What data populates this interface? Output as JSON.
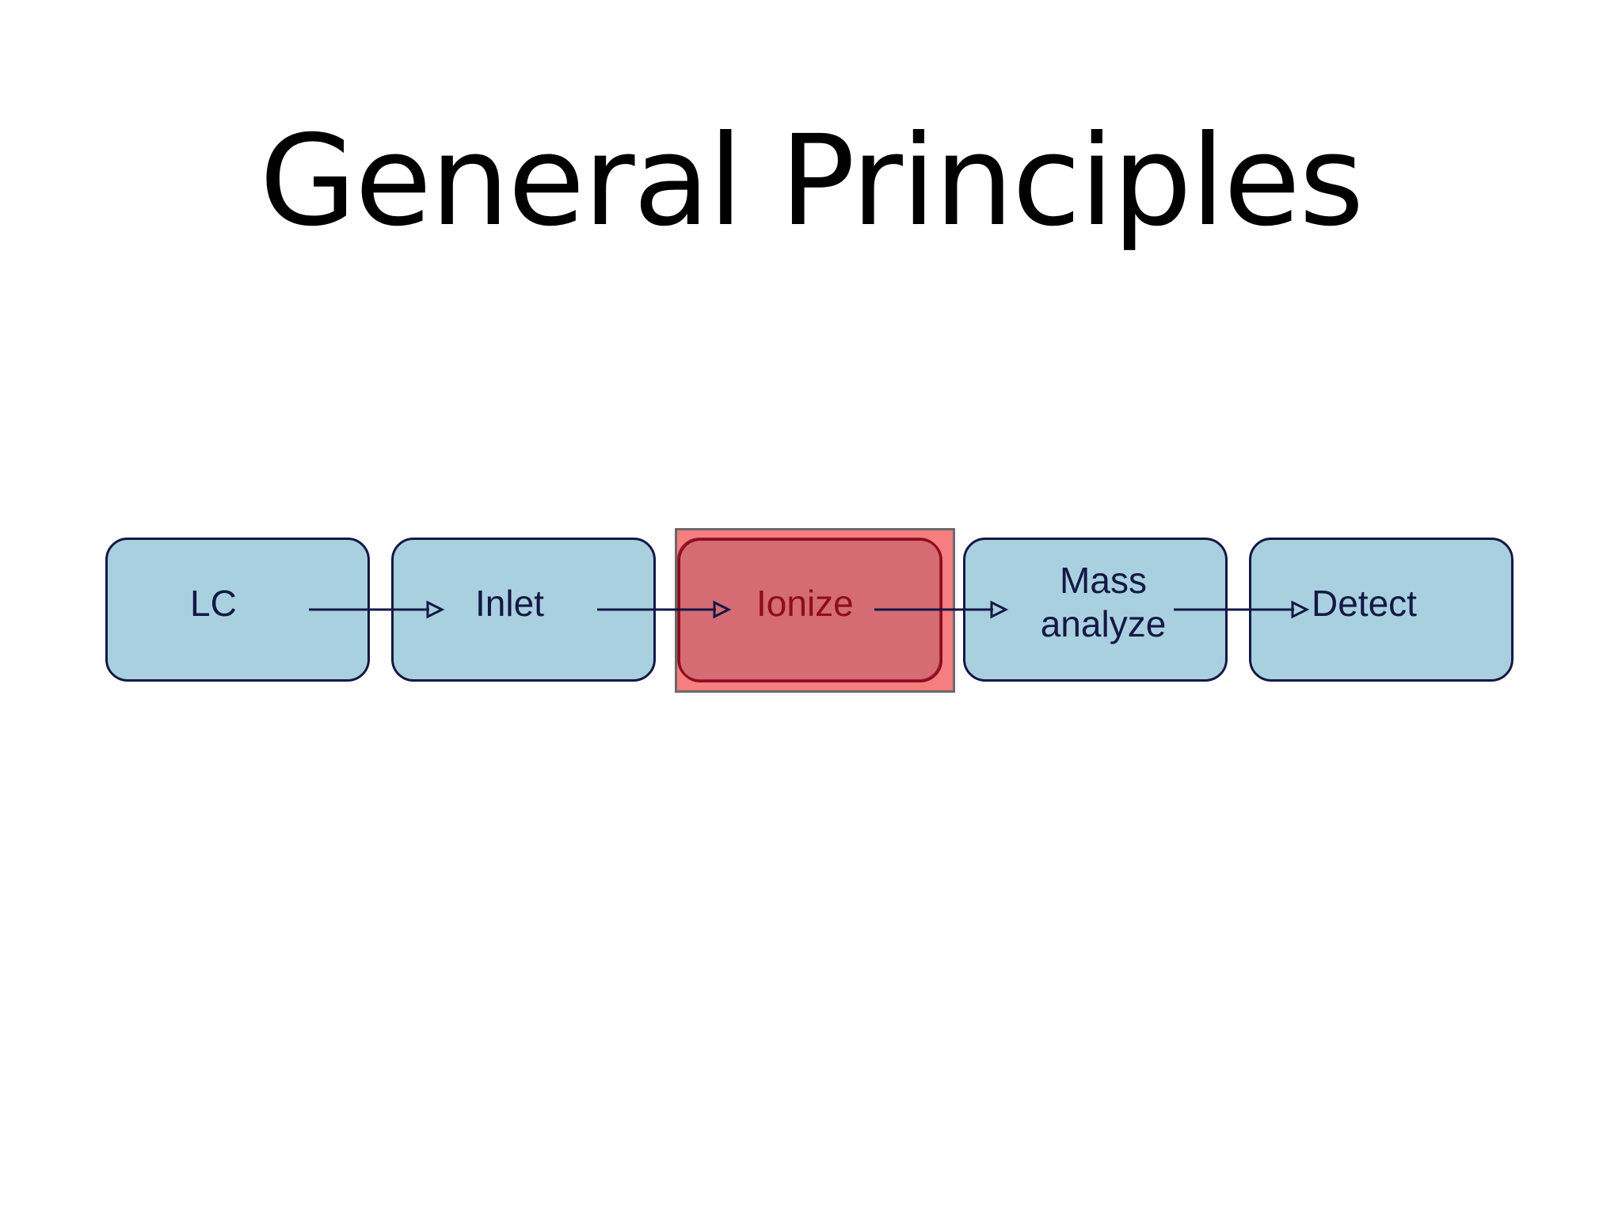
{
  "slide": {
    "title": "General Principles"
  },
  "flow": {
    "steps": [
      {
        "label_lines": [
          "LC"
        ],
        "highlighted": false
      },
      {
        "label_lines": [
          "Inlet"
        ],
        "highlighted": false
      },
      {
        "label_lines": [
          "Ionize"
        ],
        "highlighted": true
      },
      {
        "label_lines": [
          "Mass",
          "analyze"
        ],
        "highlighted": false
      },
      {
        "label_lines": [
          "Detect"
        ],
        "highlighted": false
      }
    ]
  },
  "colors": {
    "box_fill": "#a9d0de",
    "box_border": "#141845",
    "highlight_fill": "#f02d32",
    "highlight_text": "#8f0c1c",
    "text": "#141845"
  }
}
